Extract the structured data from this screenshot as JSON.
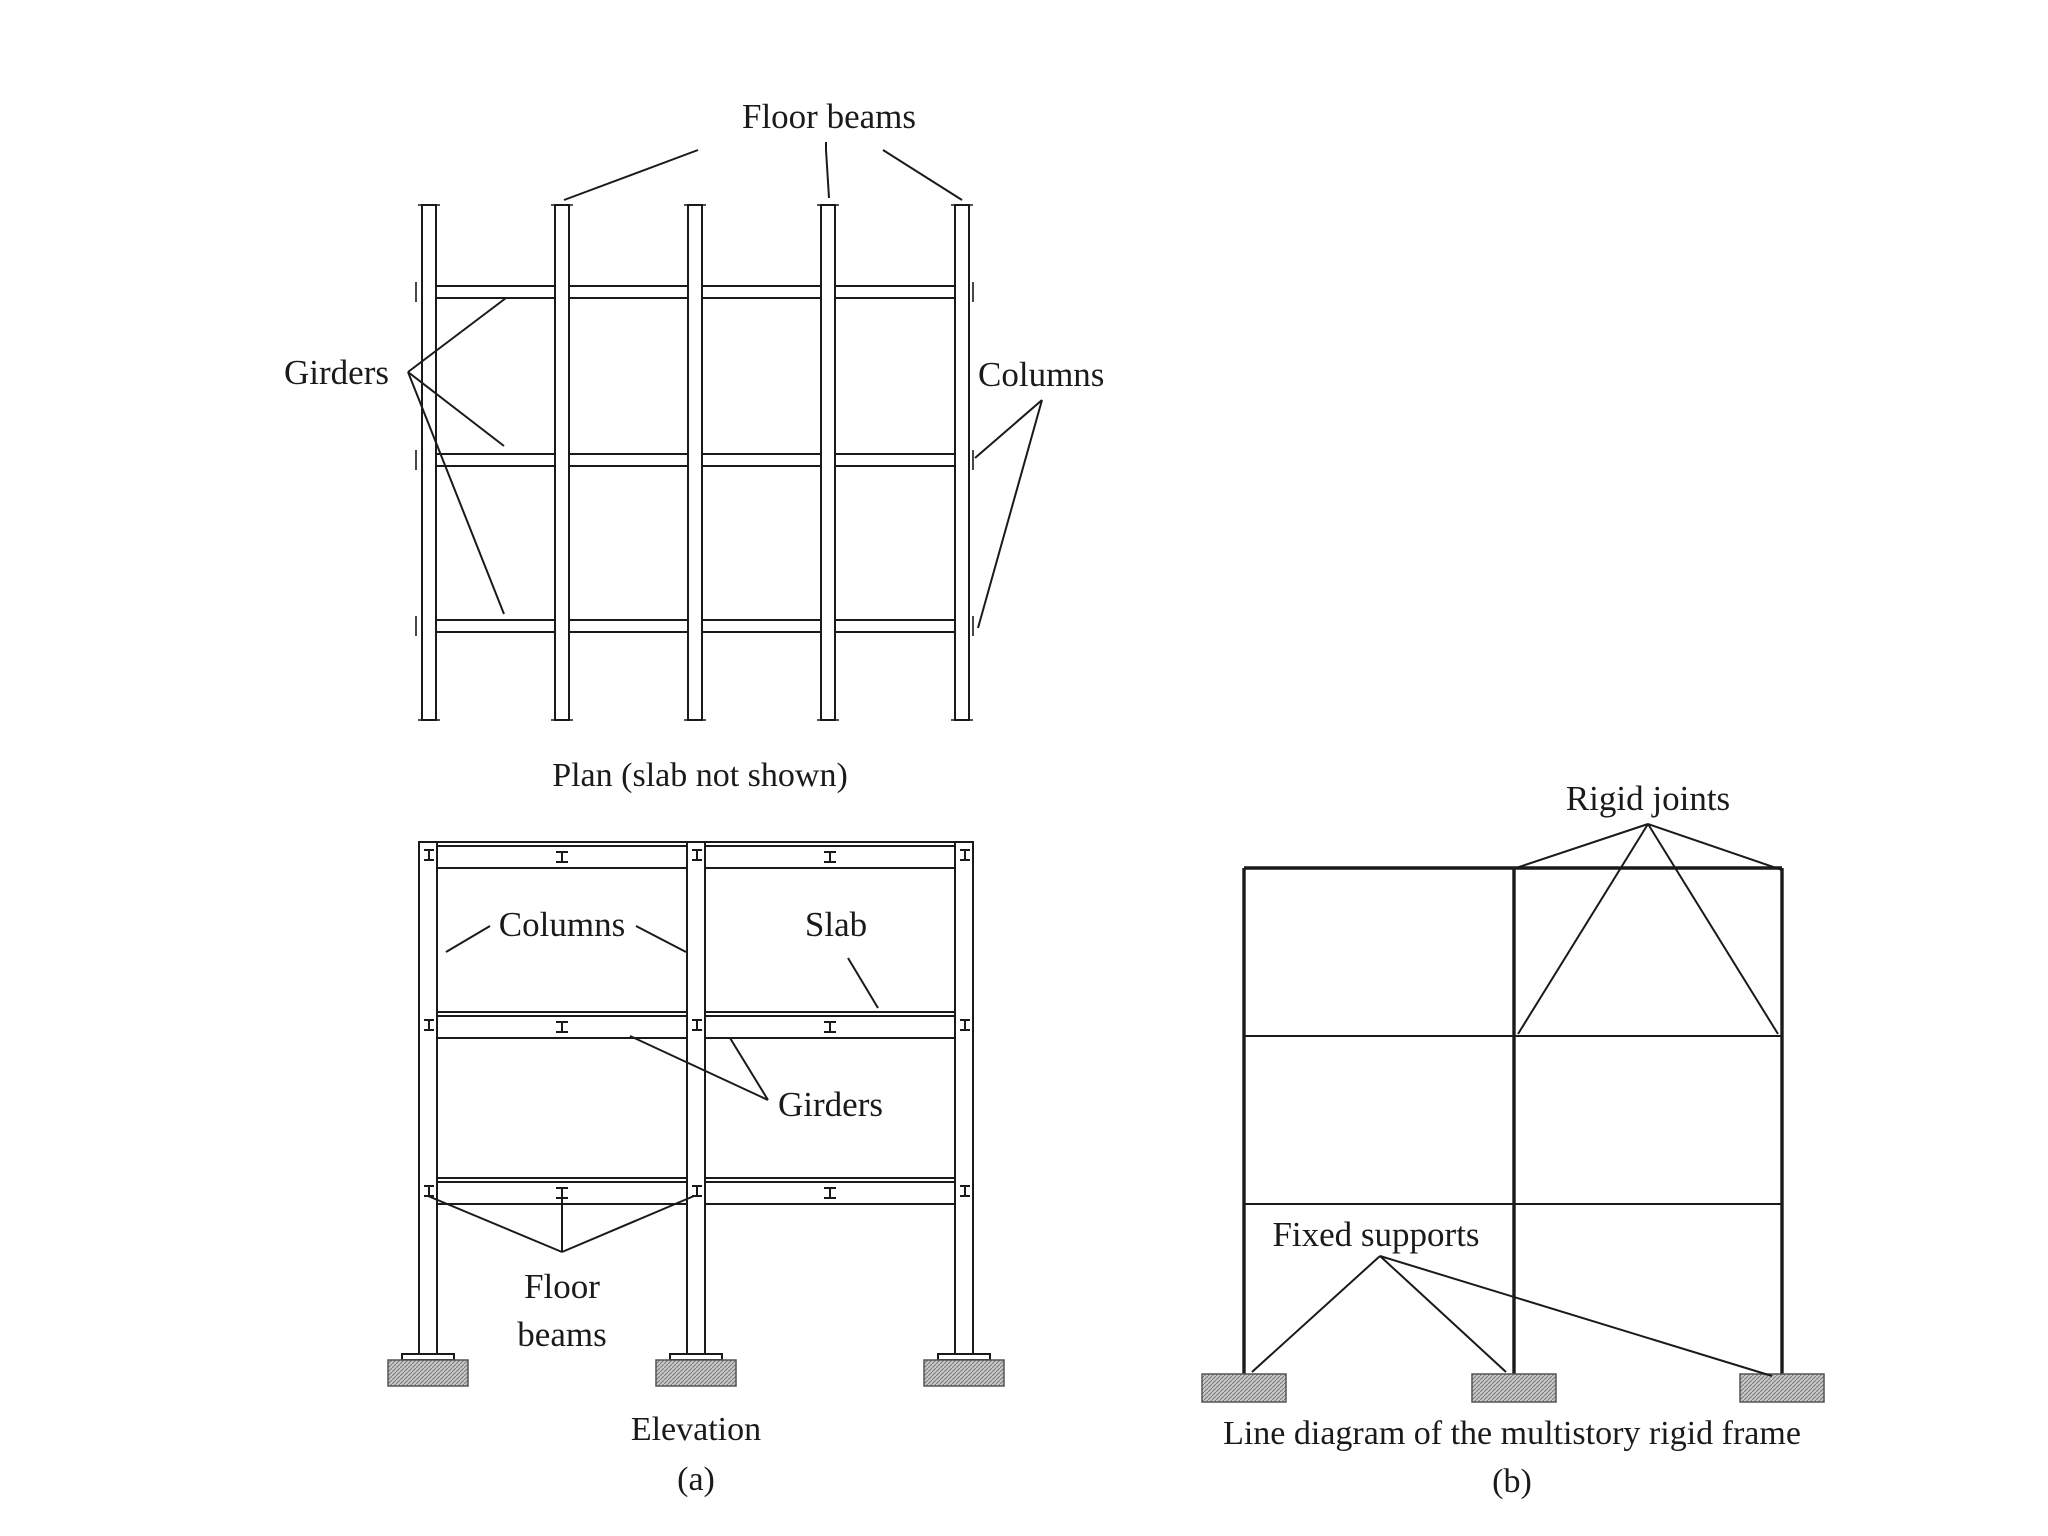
{
  "labels": {
    "floor_beams_plan": "Floor beams",
    "girders_plan": "Girders",
    "columns_plan": "Columns",
    "plan_caption": "Plan (slab not shown)",
    "columns_elev": "Columns",
    "slab": "Slab",
    "girders_elev": "Girders",
    "floor_beams_elev_1": "Floor",
    "floor_beams_elev_2": "beams",
    "elevation_caption": "Elevation",
    "part_a": "(a)",
    "rigid_joints": "Rigid joints",
    "fixed_supports": "Fixed supports",
    "line_diagram_caption": "Line diagram of the multistory rigid frame",
    "part_b": "(b)"
  }
}
